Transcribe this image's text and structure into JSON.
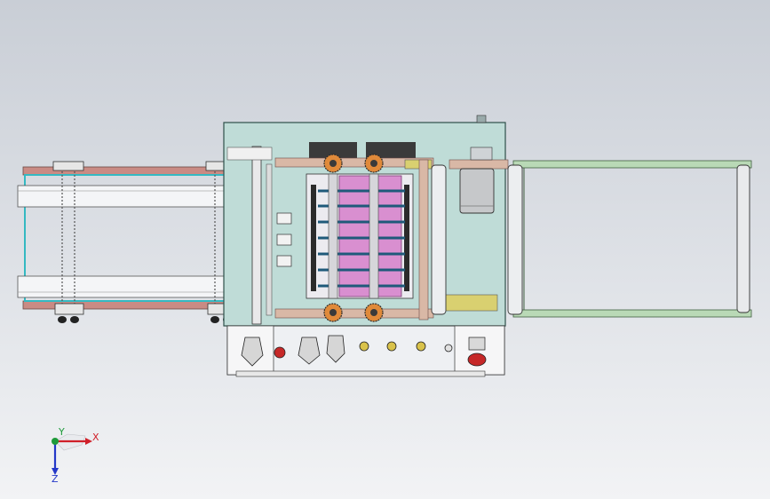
{
  "viewport": {
    "background_top": "#c9ced6",
    "background_bottom": "#f2f3f5"
  },
  "colors": {
    "frame_green": "#9fc7a4",
    "rail_red": "#c98b84",
    "teal_plate": "#bfdcd7",
    "pink_zone": "#d98fd0",
    "yellow_part": "#d9d070",
    "orange_gear": "#e08a3a",
    "dark_part": "#3a3a3a",
    "cyan_frame": "#34b9c2",
    "red_button": "#c62828"
  },
  "model": {
    "parts": [
      "left-conveyor",
      "main-plate",
      "gear-assembly",
      "cutting-module",
      "roller-pair",
      "motor",
      "right-conveyor",
      "control-panel"
    ]
  },
  "triad": {
    "x_label": "X",
    "y_label": "Y",
    "z_label": "Z",
    "x_color": "#d0202a",
    "y_color": "#1e9a3a",
    "z_color": "#2438c8"
  }
}
